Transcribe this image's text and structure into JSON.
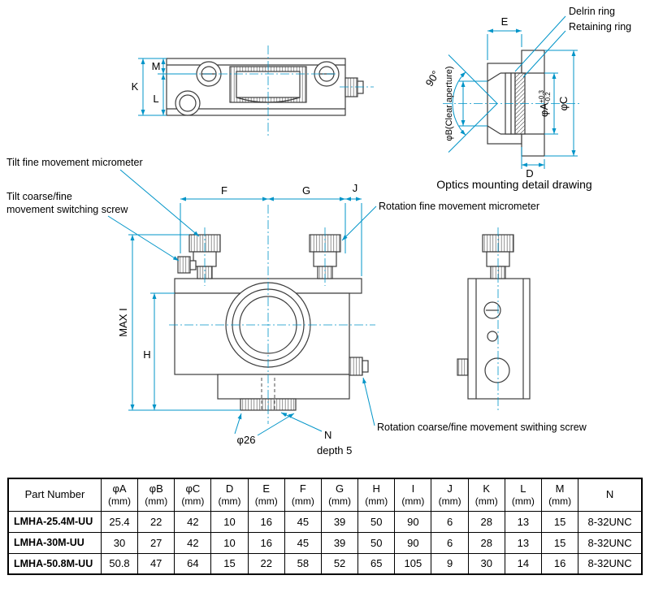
{
  "colors": {
    "dimension": "#0094c8",
    "outline": "#3c3c3c",
    "text": "#000000",
    "table_border": "#000000"
  },
  "top_view": {
    "dim_k": "K",
    "dim_m": "M",
    "dim_l": "L"
  },
  "detail_view": {
    "delrin_ring": "Delrin ring",
    "retaining_ring": "Retaining ring",
    "angle": "90°",
    "phi_b": "φB(Clear aperture)",
    "phi_a": "φA",
    "phi_a_tol_plus": "+0.3",
    "phi_a_tol_minus": "-0.2",
    "phi_c": "φC",
    "dim_e": "E",
    "dim_d": "D",
    "caption": "Optics mounting detail drawing"
  },
  "front_view": {
    "tilt_fine_label": "Tilt fine movement micrometer",
    "tilt_switch_label_1": "Tilt coarse/fine",
    "tilt_switch_label_2": "movement switching screw",
    "rotation_fine_label": "Rotation fine movement micrometer",
    "rotation_switch_label": "Rotation coarse/fine movement swithing screw",
    "dim_f": "F",
    "dim_g": "G",
    "dim_j": "J",
    "dim_max_i": "MAX I",
    "dim_h": "H",
    "phi_26": "φ26",
    "dim_n": "N",
    "depth": "depth 5"
  },
  "table": {
    "headers": [
      {
        "label": "Part Number",
        "unit": ""
      },
      {
        "label": "φA",
        "unit": "(mm)"
      },
      {
        "label": "φB",
        "unit": "(mm)"
      },
      {
        "label": "φC",
        "unit": "(mm)"
      },
      {
        "label": "D",
        "unit": "(mm)"
      },
      {
        "label": "E",
        "unit": "(mm)"
      },
      {
        "label": "F",
        "unit": "(mm)"
      },
      {
        "label": "G",
        "unit": "(mm)"
      },
      {
        "label": "H",
        "unit": "(mm)"
      },
      {
        "label": "I",
        "unit": "(mm)"
      },
      {
        "label": "J",
        "unit": "(mm)"
      },
      {
        "label": "K",
        "unit": "(mm)"
      },
      {
        "label": "L",
        "unit": "(mm)"
      },
      {
        "label": "M",
        "unit": "(mm)"
      },
      {
        "label": "N",
        "unit": ""
      }
    ],
    "rows": [
      {
        "part": "LMHA-25.4M-UU",
        "values": [
          "25.4",
          "22",
          "42",
          "10",
          "16",
          "45",
          "39",
          "50",
          "90",
          "6",
          "28",
          "13",
          "15",
          "8-32UNC"
        ]
      },
      {
        "part": "LMHA-30M-UU",
        "values": [
          "30",
          "27",
          "42",
          "10",
          "16",
          "45",
          "39",
          "50",
          "90",
          "6",
          "28",
          "13",
          "15",
          "8-32UNC"
        ]
      },
      {
        "part": "LMHA-50.8M-UU",
        "values": [
          "50.8",
          "47",
          "64",
          "15",
          "22",
          "58",
          "52",
          "65",
          "105",
          "9",
          "30",
          "14",
          "16",
          "8-32UNC"
        ]
      }
    ]
  }
}
